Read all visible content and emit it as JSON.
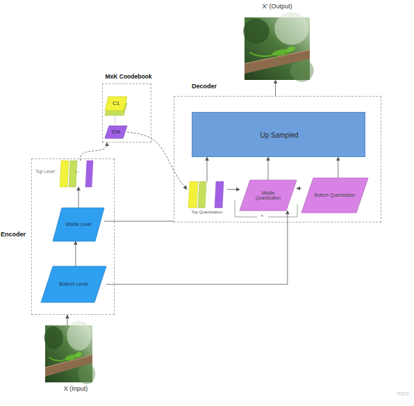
{
  "diagram": {
    "nodes": [
      {
        "text": [
          "X' (Output)"
        ]
      },
      {
        "text": [
          "MxK Coodebook"
        ]
      },
      {
        "text": [
          "C1"
        ],
        "in": 1
      },
      {
        "text": [
          "Cm"
        ],
        "in": 1
      },
      {
        "text": [
          "Decoder"
        ]
      },
      {
        "text": [
          "Up Sampled"
        ],
        "in": 4
      },
      {
        "text": [
          "Top Quantization"
        ],
        "in": 4
      },
      {
        "text": [
          "Middle Quantization"
        ],
        "in": 4
      },
      {
        "text": [
          "Bottom Quantization"
        ],
        "in": 4
      },
      {
        "text": [
          "Encoder"
        ]
      },
      {
        "text": [
          "Top Level"
        ],
        "in": 9
      },
      {
        "text": [
          "Middle Level"
        ],
        "in": 9
      },
      {
        "text": [
          "Bottom Level"
        ],
        "in": 9
      },
      {
        "text": [
          "X (Input)"
        ]
      }
    ],
    "edges": [
      {
        "from": 13,
        "to": 9,
        "arrow": "to"
      },
      {
        "from": 12,
        "to": 11,
        "arrow": "to"
      },
      {
        "from": 11,
        "to": 10,
        "arrow": "to"
      },
      {
        "from": 10,
        "to": 1,
        "arrow": "to"
      },
      {
        "from": 3,
        "to": 6,
        "arrow": "to"
      },
      {
        "from": 6,
        "to": 5,
        "arrow": "to"
      },
      {
        "from": 7,
        "to": 5,
        "arrow": "to"
      },
      {
        "from": 8,
        "to": 5,
        "arrow": "to"
      },
      {
        "from": 4,
        "to": 0,
        "arrow": "to"
      },
      {
        "from": 11,
        "to": 4,
        "arrow": "none"
      },
      {
        "from": 12,
        "to": 7,
        "arrow": "to"
      },
      {
        "from": 6,
        "to": 7,
        "arrow": "to"
      },
      {
        "from": 8,
        "to": 7,
        "arrow": "to"
      }
    ],
    "labels": [
      "...",
      "+",
      "miro"
    ]
  }
}
